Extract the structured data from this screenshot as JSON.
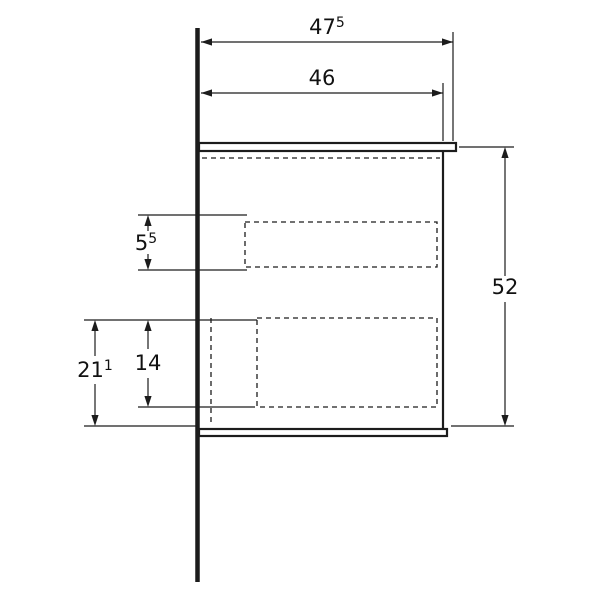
{
  "drawing": {
    "kind": "cabinet-side-elevation-technical-drawing",
    "background": "#ffffff",
    "line_color": "#1c1c1c",
    "dimensions": {
      "countertop_width": {
        "main": "47",
        "sup": "5"
      },
      "cabinet_width": {
        "main": "46",
        "sup": ""
      },
      "top_drawer_front_height": {
        "main": "5",
        "sup": "5"
      },
      "lower_left_height": {
        "main": "21",
        "sup": "1"
      },
      "bottom_drawer_height": {
        "main": "14",
        "sup": ""
      },
      "cabinet_height": {
        "main": "52",
        "sup": ""
      }
    }
  }
}
